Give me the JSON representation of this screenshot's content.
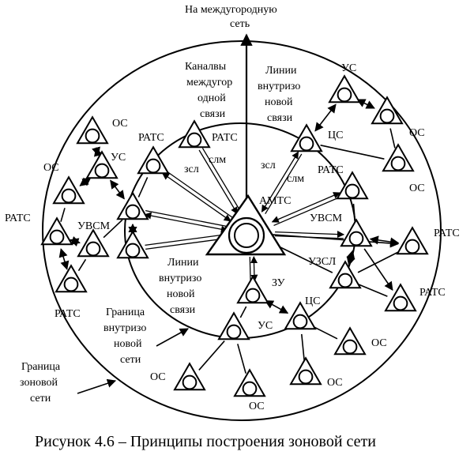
{
  "labels": {
    "intercity_net": [
      "На междугородную",
      "сеть"
    ],
    "intercity_channels": [
      "Каналвы",
      "междугор",
      "одной",
      "связи"
    ],
    "intrazone_lines_top": [
      "Линии",
      "внутризо",
      "новой",
      "связи"
    ],
    "intrazone_lines_bottom": [
      "Линии",
      "внутризо",
      "новой",
      "связи"
    ],
    "intrazone_boundary": [
      "Граница",
      "внутризо",
      "новой",
      "сети"
    ],
    "zone_boundary": [
      "Граница",
      "зоновой",
      "сети"
    ],
    "amts": "АМТС",
    "uvsm": "УВСМ",
    "uzsl": "УЗСЛ",
    "zu": "ЗУ",
    "us": "УС",
    "cs": "ЦС",
    "os": "ОС",
    "rats": "РАТС",
    "zsl": "зсл",
    "slm": "слм"
  },
  "caption": "Рисунок 4.6 – Принципы построения зоновой сети"
}
